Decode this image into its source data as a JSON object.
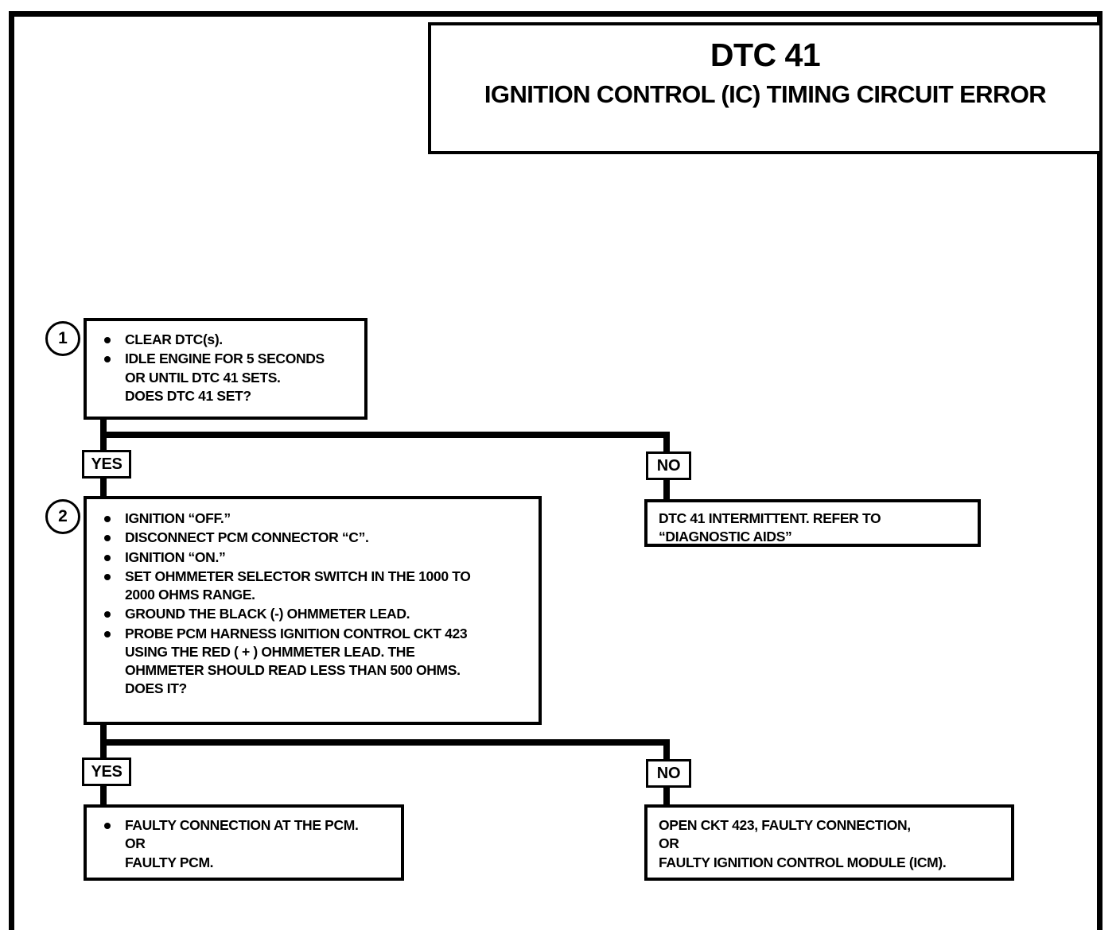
{
  "title": {
    "code": "DTC 41",
    "description": "IGNITION CONTROL (IC) TIMING CIRCUIT ERROR"
  },
  "steps": [
    {
      "number": "1",
      "items": [
        "CLEAR DTC(s).",
        "IDLE ENGINE FOR 5 SECONDS\nOR UNTIL DTC 41 SETS.\nDOES DTC 41 SET?"
      ]
    },
    {
      "number": "2",
      "items": [
        "IGNITION “OFF.”",
        "DISCONNECT PCM CONNECTOR “C”.",
        "IGNITION “ON.”",
        "SET OHMMETER SELECTOR SWITCH IN THE 1000 TO\n2000 OHMS RANGE.",
        "GROUND THE BLACK (-) OHMMETER LEAD.",
        "PROBE PCM HARNESS IGNITION CONTROL CKT 423\nUSING THE RED ( + ) OHMMETER LEAD.  THE\nOHMMETER SHOULD READ LESS THAN 500 OHMS.\nDOES IT?"
      ]
    }
  ],
  "branches": {
    "step1_yes": "YES",
    "step1_no": "NO",
    "step2_yes": "YES",
    "step2_no": "NO"
  },
  "results": {
    "step1_no_result": "DTC 41 INTERMITTENT.  REFER TO\n“DIAGNOSTIC AIDS”",
    "step2_yes_result": "FAULTY CONNECTION AT THE PCM.\nOR\nFAULTY PCM.",
    "step2_no_result": "OPEN CKT 423, FAULTY CONNECTION,\nOR\nFAULTY IGNITION CONTROL MODULE (ICM)."
  },
  "colors": {
    "ink": "#000000",
    "paper": "#ffffff"
  }
}
